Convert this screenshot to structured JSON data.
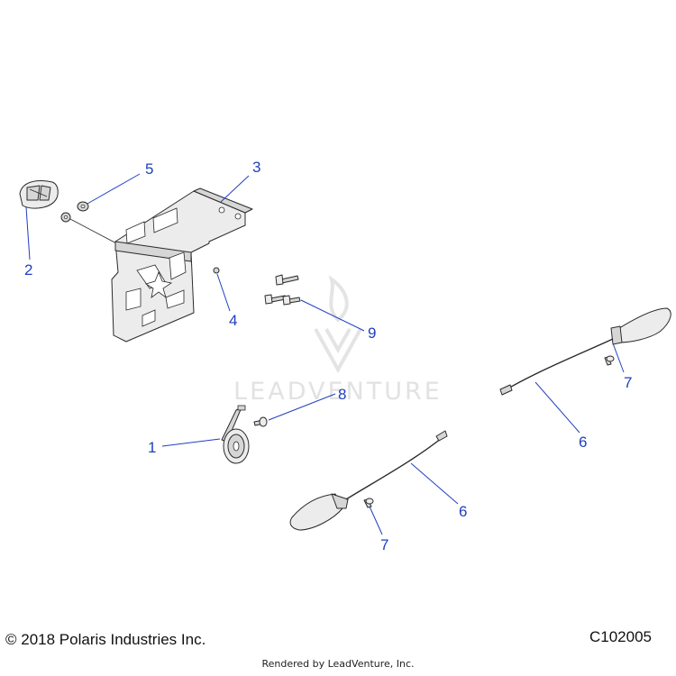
{
  "watermark": {
    "text": "LEADVENTURE"
  },
  "callouts": {
    "c1": "1",
    "c2": "2",
    "c3": "3",
    "c4": "4",
    "c5": "5",
    "c6a": "6",
    "c6b": "6",
    "c7a": "7",
    "c7b": "7",
    "c8": "8",
    "c9": "9"
  },
  "footer": {
    "copyright": "© 2018 Polaris Industries Inc.",
    "diagram_id": "C102005",
    "rendered_by": "Rendered by LeadVenture, Inc."
  }
}
